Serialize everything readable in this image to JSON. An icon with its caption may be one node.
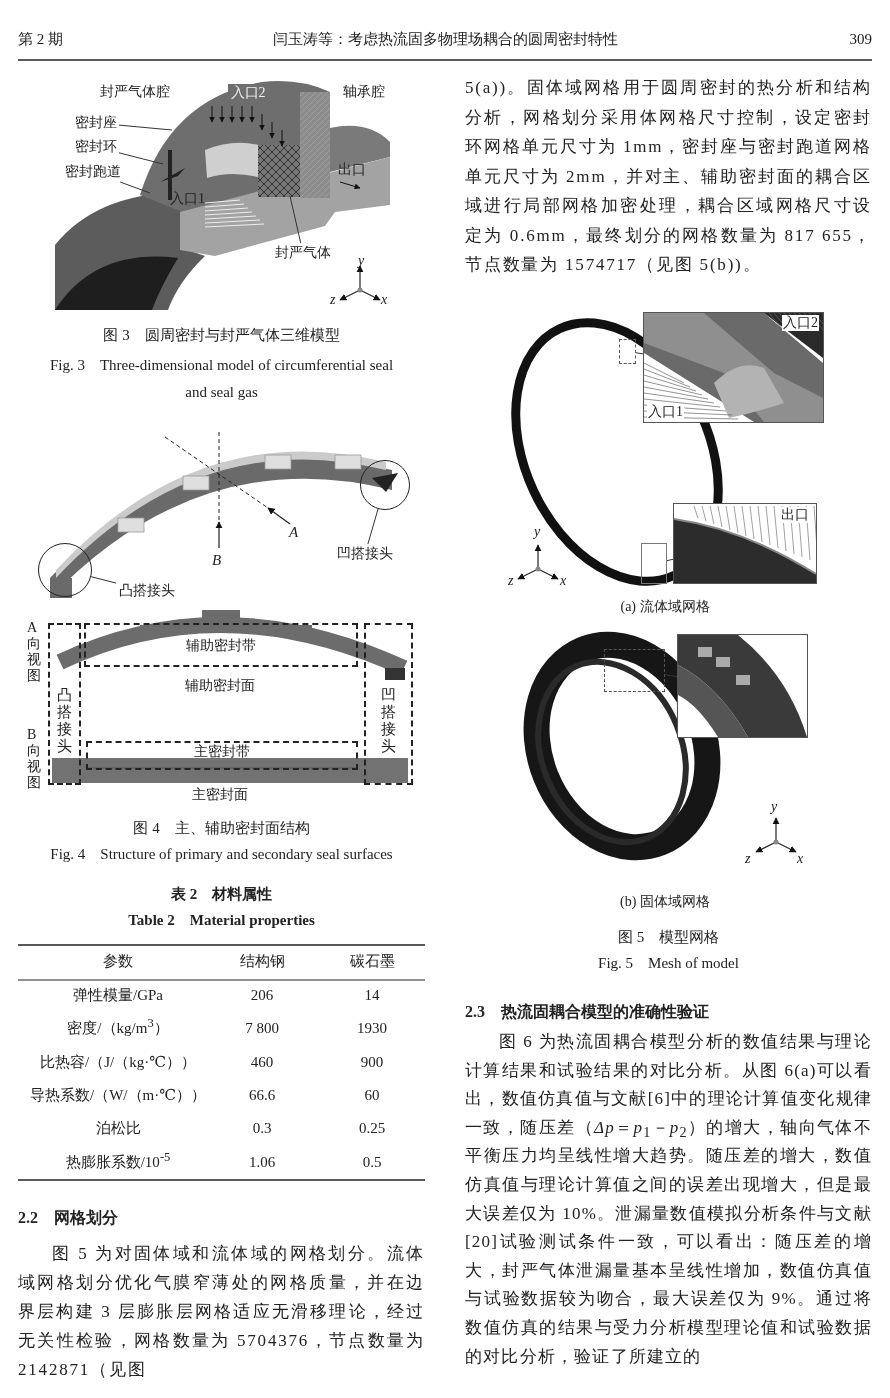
{
  "diagram": {
    "nodes": [
      {
        "text": [
          "密封座"
        ]
      },
      {
        "text": [
          "密封环"
        ]
      },
      {
        "text": [
          "密封跑道"
        ]
      },
      {
        "text": [
          "封严气体"
        ]
      },
      {
        "text": [
          "凹搭接头"
        ]
      },
      {
        "text": [
          "凸搭接头"
        ]
      },
      {
        "text": [],
        "shape": "circle"
      },
      {
        "text": [],
        "shape": "circle"
      },
      {
        "text": [
          "辅助密封带"
        ]
      },
      {
        "text": [
          "凸搭接头"
        ]
      },
      {
        "text": [
          "凹搭接头"
        ]
      },
      {
        "text": [
          "主密封带"
        ]
      },
      {
        "text": [],
        "shape": "box"
      },
      {
        "text": [
          "入口2",
          "入口1"
        ]
      },
      {
        "text": [],
        "shape": "box"
      },
      {
        "text": [
          "出口"
        ]
      },
      {
        "text": [],
        "shape": "box"
      },
      {
        "text": [],
        "shape": "picture"
      }
    ],
    "edges": [
      {
        "from": 0,
        "to": null,
        "arrow": "none"
      },
      {
        "from": 1,
        "to": null,
        "arrow": "none"
      },
      {
        "from": 2,
        "to": null,
        "arrow": "none"
      },
      {
        "from": 3,
        "to": null,
        "arrow": "none"
      },
      {
        "from": 4,
        "to": 7,
        "arrow": "none"
      },
      {
        "from": 5,
        "to": 6,
        "arrow": "none"
      },
      {
        "from": 12,
        "to": 13,
        "arrow": "none"
      },
      {
        "from": 14,
        "to": 15,
        "arrow": "none"
      },
      {
        "from": 16,
        "to": 17,
        "arrow": "none"
      }
    ],
    "labels": [
      "第 2 期",
      "闫玉涛等：考虑热流固多物理场耦合的圆周密封特性",
      "309",
      "封严气体腔",
      "入口2",
      "轴承腔",
      "出口",
      "入口1",
      "y",
      "z",
      "x",
      "图 3　圆周密封与封严气体三维模型",
      "Fig. 3　Three-dimensional model of circumferential seal and seal gas",
      "A",
      "B",
      "A向视图",
      "辅助密封面",
      "B向视图",
      "主密封面",
      "图 4　主、辅助密封面结构",
      "Fig. 4　Structure of primary and secondary seal surfaces",
      "表 2　材料属性",
      "Table 2　Material properties",
      "参数",
      "结构钢",
      "碳石墨",
      "弹性模量/GPa",
      "206",
      "14",
      "密度/（kg/m$^{3}$）",
      "7 800",
      "1930",
      "比热容/（J/（kg·℃））",
      "460",
      "900",
      "导热系数/（W/（m·℃））",
      "66.6",
      "60",
      "泊松比",
      "0.3",
      "0.25",
      "热膨胀系数/10$^{-5}$",
      "1.06",
      "0.5",
      "2.2　网格划分",
      "图 5 为对固体域和流体域的网格划分。流体域网格划分优化气膜窄薄处的网格质量，并在边界层构建 3 层膨胀层网格适应无滑移理论，经过无关性检验，网格数量为 5704376，节点数量为 2142871（见图",
      "5(a))。固体域网格用于圆周密封的热分析和结构分析，网格划分采用体网格尺寸控制，设定密封环网格单元尺寸为 1mm，密封座与密封跑道网格单元尺寸为 2mm，并对主、辅助密封面的耦合区域进行局部网格加密处理，耦合区域网格尺寸设定为 0.6mm，最终划分的网格数量为 817 655，节点数量为 1574717（见图 5(b))。",
      "y",
      "z",
      "x",
      "(a) 流体域网格",
      "y",
      "z",
      "x",
      "(b) 固体域网格",
      "图 5　模型网格",
      "Fig. 5　Mesh of model",
      "2.3　热流固耦合模型的准确性验证",
      "图 6 为热流固耦合模型分析的数值结果与理论计算结果和试验结果的对比分析。从图 6(a)可以看出，数值仿真值与文献[6]中的理论计算值变化规律一致，随压差（*Δp*＝*p*$_{1}$－*p*$_{2}$）的增大，轴向气体不平衡压力均呈线性增大趋势。随压差的增大，数值仿真值与理论计算值之间的误差出现增大，但是最大误差仅为 10%。泄漏量数值模拟分析条件与文献[20]试验测试条件一致，可以看出：随压差的增大，封严气体泄漏量基本呈线性增加，数值仿真值与试验数据较为吻合，最大误差仅为 9%。通过将数值仿真的结果与受力分析模型理论值和试验数据的对比分析，验证了所建立的"
    ]
  }
}
